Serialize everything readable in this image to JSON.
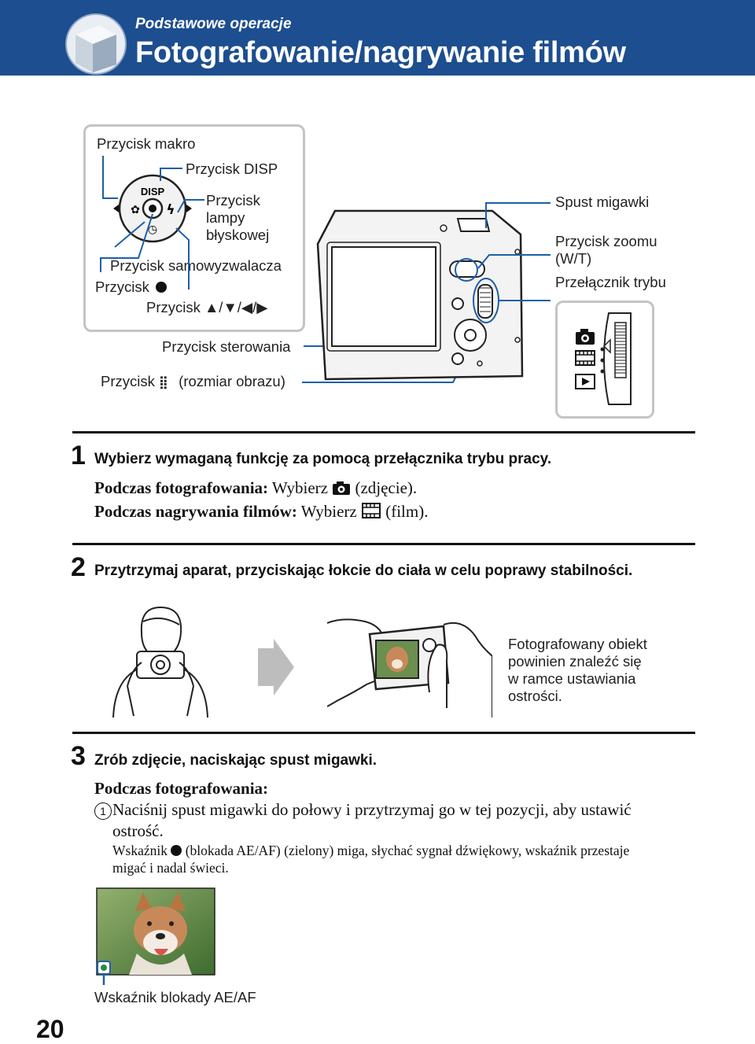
{
  "header": {
    "section": "Podstawowe operacje",
    "title": "Fotografowanie/nagrywanie filmów"
  },
  "callouts": {
    "macro": "Przycisk makro",
    "disp": "Przycisk DISP",
    "flash": [
      "Przycisk",
      "lampy",
      "błyskowej"
    ],
    "self_timer": "Przycisk samowyzwalacza",
    "center_prefix": "Przycisk",
    "arrows": "Przycisk ▲/▼/◀/▶",
    "control": "Przycisk sterowania",
    "image_size_prefix": "Przycisk",
    "image_size_suffix": "(rozmiar obrazu)",
    "shutter": "Spust migawki",
    "zoom": [
      "Przycisk zoomu",
      "(W/T)"
    ],
    "mode_switch": "Przełącznik trybu",
    "disp_icon_text": "DISP"
  },
  "steps": [
    {
      "number": "1",
      "title": "Wybierz wymaganą funkcję za pomocą przełącznika trybu pracy.",
      "lines": [
        {
          "bold": "Podczas fotografowania:",
          "text1": "Wybierz",
          "text2": "(zdjęcie)."
        },
        {
          "bold": "Podczas nagrywania filmów:",
          "text1": "Wybierz",
          "text2": "(film)."
        }
      ]
    },
    {
      "number": "2",
      "title": "Przytrzymaj aparat, przyciskając łokcie do ciała w celu poprawy stabilności.",
      "note": [
        "Fotografowany obiekt",
        "powinien znaleźć się",
        "w ramce ustawiania",
        "ostrości."
      ]
    },
    {
      "number": "3",
      "title": "Zrób zdjęcie, naciskając spust migawki.",
      "sub_heading": "Podczas fotografowania:",
      "item_marker": "1",
      "item_text": [
        "Naciśnij spust migawki do połowy i przytrzymaj go w tej pozycji, aby ustawić",
        "ostrość."
      ],
      "note_prefix": "Wskaźnik",
      "note_rest": "(blokada AE/AF) (zielony) miga, słychać sygnał dźwiękowy, wskaźnik przestaje",
      "note_line2": "migać i nadal świeci.",
      "indicator_caption": "Wskaźnik blokady AE/AF"
    }
  ],
  "page_number": "20"
}
